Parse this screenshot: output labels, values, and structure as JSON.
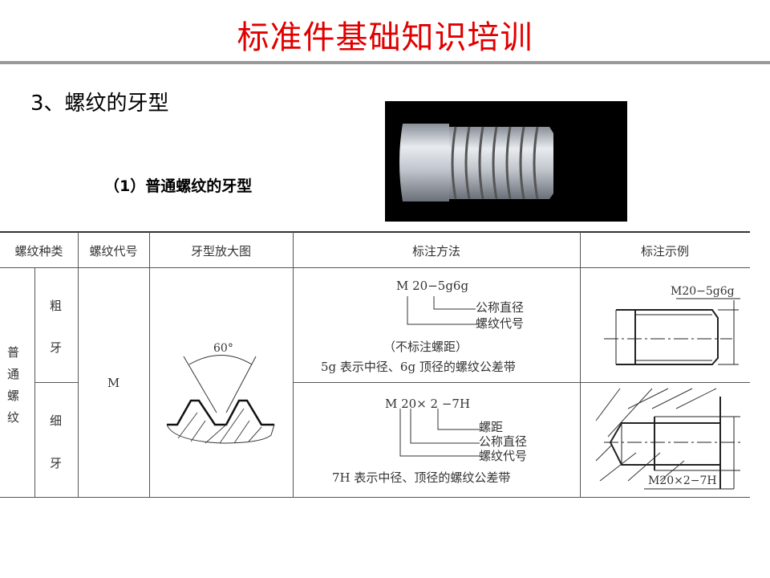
{
  "title": "标准件基础知识培训",
  "section": "3、螺纹的牙型",
  "subsection": "（1）普通螺纹的牙型",
  "table": {
    "headers": [
      "螺纹种类",
      "螺纹代号",
      "牙型放大图",
      "标注方法",
      "标注示例"
    ],
    "thread_type": [
      "普",
      "通",
      "螺",
      "纹"
    ],
    "coarse": [
      "粗",
      "牙"
    ],
    "fine": [
      "细",
      "牙"
    ],
    "code": "M",
    "angle": "60°",
    "coarse_method": {
      "designation": "M 20−5g6g",
      "label_diameter": "公称直径",
      "label_code": "螺纹代号",
      "note1": "（不标注螺距）",
      "note2": "5g 表示中径、6g 顶径的螺纹公差带"
    },
    "fine_method": {
      "designation": "M 20×  2  −7H",
      "label_pitch": "螺距",
      "label_diameter": "公称直径",
      "label_code": "螺纹代号",
      "note": "7H 表示中径、顶径的螺纹公差带"
    },
    "coarse_example": "M20−5g6g",
    "fine_example": "M20×2−7H"
  }
}
